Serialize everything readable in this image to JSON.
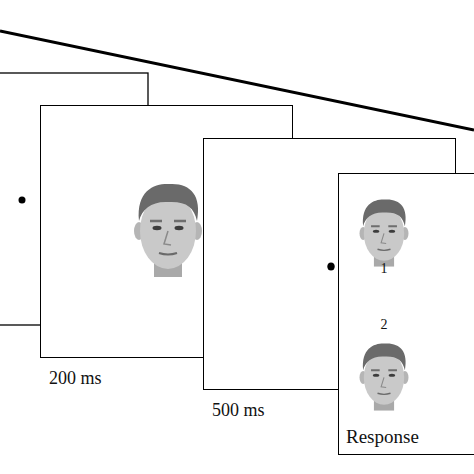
{
  "diagram": {
    "nodes": [
      {
        "text": [
          "200 ms"
        ]
      },
      {
        "text": [
          "500 ms"
        ]
      },
      {
        "text": [
          "Response"
        ]
      }
    ],
    "labels": [
      "1",
      "2"
    ]
  }
}
